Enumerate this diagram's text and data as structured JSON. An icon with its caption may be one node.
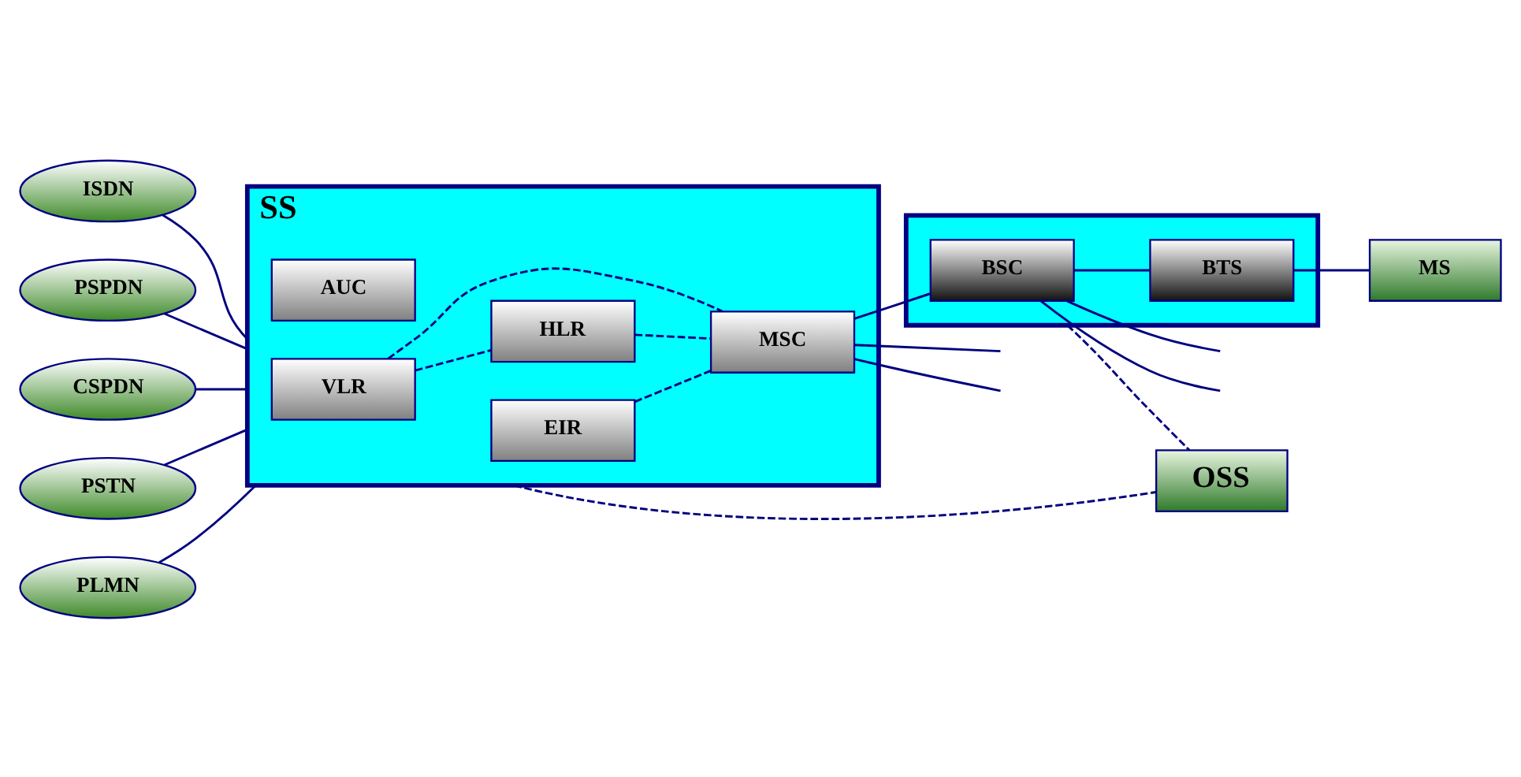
{
  "diagram": {
    "nodes": [
      {
        "text": [
          "ISDN"
        ]
      },
      {
        "text": [
          "PSPDN"
        ]
      },
      {
        "text": [
          "CSPDN"
        ]
      },
      {
        "text": [
          "PSTN"
        ]
      },
      {
        "text": [
          "PLMN"
        ]
      },
      {
        "text": [
          "SS"
        ]
      },
      {
        "text": [
          "AUC"
        ],
        "in": 5
      },
      {
        "text": [
          "VLR"
        ],
        "in": 5
      },
      {
        "text": [
          "HLR"
        ],
        "in": 5
      },
      {
        "text": [
          "EIR"
        ],
        "in": 5
      },
      {
        "text": [
          "MSC"
        ],
        "in": 5
      },
      {
        "text": [],
        "shape": "box"
      },
      {
        "text": [
          "BSC"
        ],
        "in": 11
      },
      {
        "text": [
          "BTS"
        ],
        "in": 11
      },
      {
        "text": [
          "OSS"
        ]
      },
      {
        "text": [
          "MS"
        ]
      }
    ],
    "edges": [
      {
        "from": 0,
        "to": 5,
        "arrow": "none"
      },
      {
        "from": 1,
        "to": 5,
        "arrow": "none"
      },
      {
        "from": 2,
        "to": 5,
        "arrow": "none"
      },
      {
        "from": 3,
        "to": 5,
        "arrow": "none"
      },
      {
        "from": 4,
        "to": 5,
        "arrow": "none"
      },
      {
        "from": 7,
        "to": 8,
        "arrow": "none",
        "style": "dashed"
      },
      {
        "from": 7,
        "to": 10,
        "arrow": "none",
        "style": "dashed"
      },
      {
        "from": 8,
        "to": 10,
        "arrow": "none",
        "style": "dashed"
      },
      {
        "from": 9,
        "to": 10,
        "arrow": "none",
        "style": "dashed"
      },
      {
        "from": 10,
        "to": null,
        "arrow": "none"
      },
      {
        "from": 10,
        "to": null,
        "arrow": "none"
      },
      {
        "from": 10,
        "to": 12,
        "arrow": "none"
      },
      {
        "from": 12,
        "to": null,
        "arrow": "none"
      },
      {
        "from": 12,
        "to": null,
        "arrow": "none"
      },
      {
        "from": 12,
        "to": 13,
        "arrow": "none"
      },
      {
        "from": 13,
        "to": 15,
        "arrow": "none"
      },
      {
        "from": 5,
        "to": 14,
        "arrow": "none",
        "style": "dashed"
      },
      {
        "from": 11,
        "to": 14,
        "arrow": "none",
        "style": "dashed"
      }
    ]
  }
}
